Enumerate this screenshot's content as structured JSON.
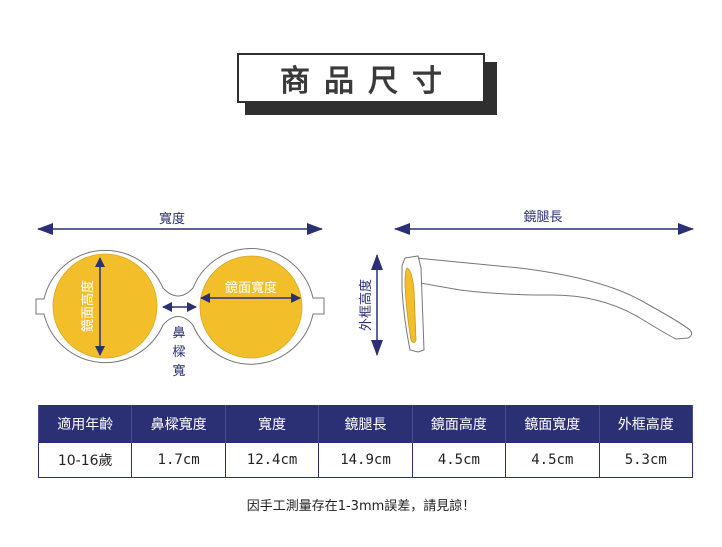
{
  "title": "商品尺寸",
  "front_view": {
    "width_label": "寬度",
    "lens_height_label": "鏡面高度",
    "lens_width_label": "鏡面寬度",
    "bridge_label_chars": [
      "鼻",
      "樑",
      "寬"
    ]
  },
  "side_view": {
    "temple_length_label": "鏡腿長",
    "frame_height_label": "外框高度"
  },
  "colors": {
    "navy": "#2b2f74",
    "lens_yellow": "#f2bf2b",
    "title_dark": "#2f2f2f"
  },
  "spec_table": {
    "headers": [
      "適用年齡",
      "鼻樑寬度",
      "寬度",
      "鏡腿長",
      "鏡面高度",
      "鏡面寬度",
      "外框高度"
    ],
    "values": [
      "10-16歲",
      "1.7cm",
      "12.4cm",
      "14.9cm",
      "4.5cm",
      "4.5cm",
      "5.3cm"
    ]
  },
  "note": "因手工測量存在1-3mm誤差，請見諒！"
}
